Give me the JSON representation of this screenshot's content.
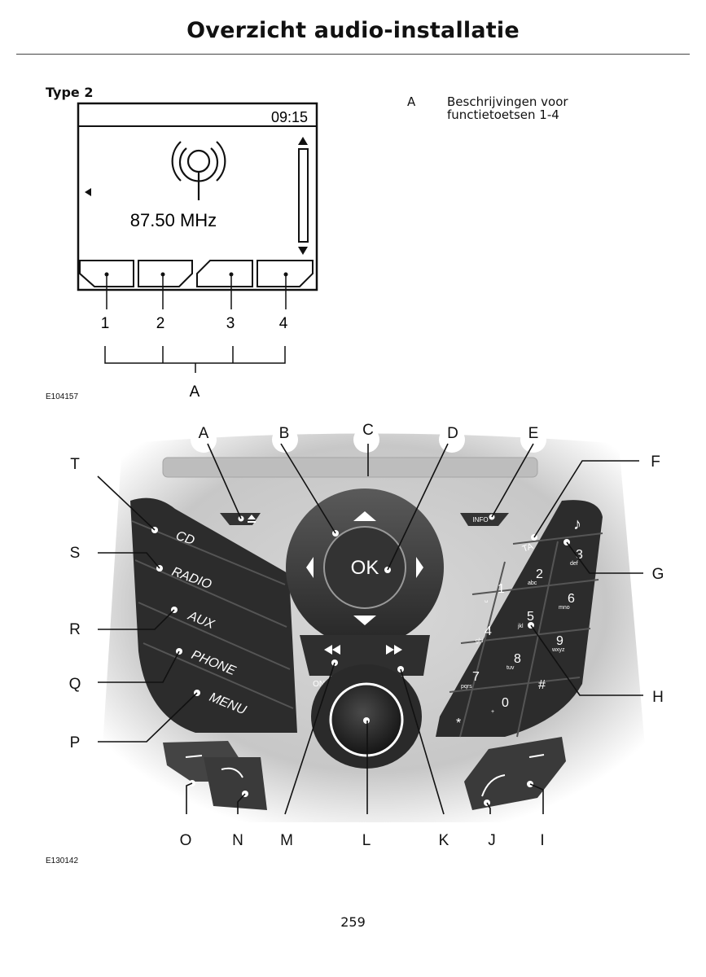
{
  "page": {
    "title": "Overzicht audio-installatie",
    "type_label": "Type 2",
    "page_number": "259"
  },
  "figure1": {
    "id": "E104157",
    "time": "09:15",
    "frequency": "87.50 MHz",
    "keys": [
      "1",
      "2",
      "3",
      "4"
    ],
    "group_label": "A"
  },
  "legend": {
    "key": "A",
    "text_line1": "Beschrijvingen voor",
    "text_line2": "functietoetsen 1-4"
  },
  "figure2": {
    "id": "E130142",
    "callouts_top": [
      "A",
      "B",
      "C",
      "D",
      "E"
    ],
    "callouts_left": [
      "T",
      "S",
      "R",
      "Q",
      "P"
    ],
    "callouts_right": [
      "F",
      "G",
      "H"
    ],
    "callouts_bottom": [
      "O",
      "N",
      "M",
      "L",
      "K",
      "J",
      "I"
    ],
    "left_buttons": [
      "CD",
      "RADIO",
      "AUX",
      "PHONE",
      "MENU"
    ],
    "ok_label": "OK",
    "info_label": "INFO",
    "ta_label": "TA",
    "onoff_label": "ON/OFF",
    "keypad": [
      {
        "num": "1",
        "sub": "␣"
      },
      {
        "num": "2",
        "sub": "abc"
      },
      {
        "num": "3",
        "sub": "def"
      },
      {
        "num": "4",
        "sub": "ghi"
      },
      {
        "num": "5",
        "sub": "jkl"
      },
      {
        "num": "6",
        "sub": "mno"
      },
      {
        "num": "7",
        "sub": "pqrs"
      },
      {
        "num": "8",
        "sub": "tuv"
      },
      {
        "num": "9",
        "sub": "wxyz"
      },
      {
        "num": "0",
        "sub": "+"
      },
      {
        "num": "*",
        "sub": ""
      },
      {
        "num": "#",
        "sub": ""
      }
    ]
  }
}
